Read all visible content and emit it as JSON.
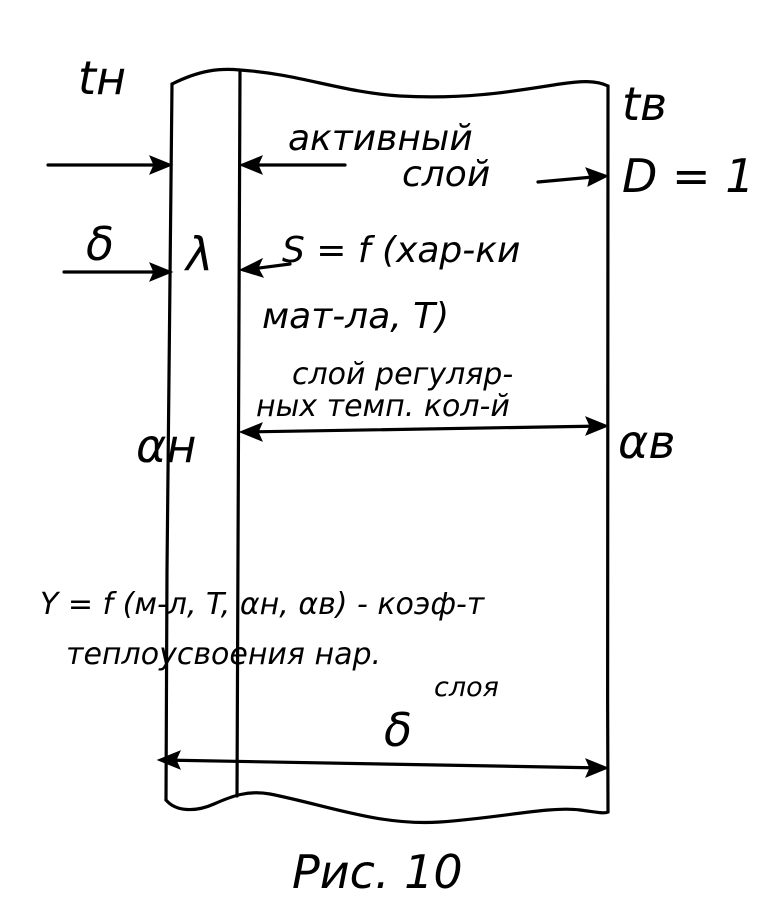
{
  "colors": {
    "ink": "#000000",
    "paper": "#ffffff"
  },
  "labels": {
    "t_outer": "tн",
    "t_inner": "tв",
    "active_layer_line1": "активный",
    "active_layer_line2": "слой",
    "D_eq": "D = 1",
    "delta_left": "δ",
    "lambda": "λ",
    "S_line1": "S = f (хар-ки",
    "S_line2": "мат-ла, T)",
    "regular_line1": "слой регуляр-",
    "regular_line2": "ных темп. кол-й",
    "alpha_outer": "αн",
    "alpha_inner": "αв",
    "Y_line1": "Y = f (м-л, T, αн, αв) - коэф-т",
    "Y_line2": "теплоусвоения нар.",
    "Y_line3": "слоя",
    "delta_bottom": "δ",
    "caption": "Рис. 10"
  }
}
